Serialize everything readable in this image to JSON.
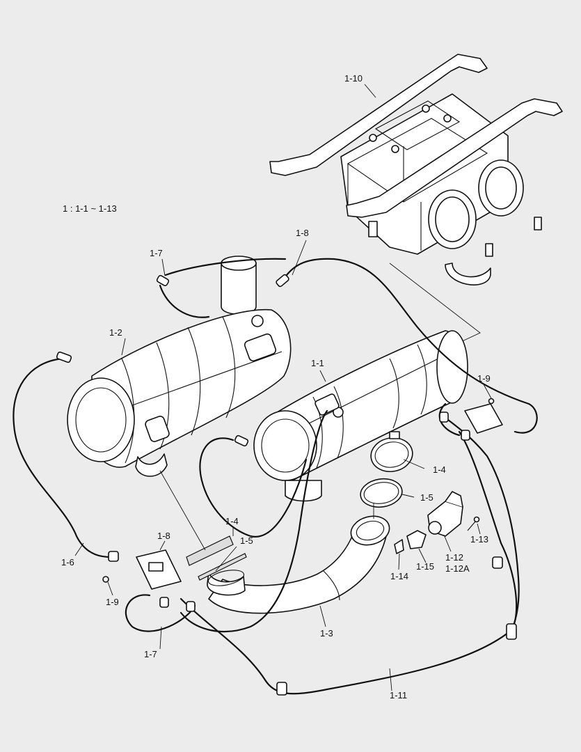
{
  "diagram": {
    "series_note": "1 : 1-1 ~ 1-13",
    "labels": {
      "p1_1": "1-1",
      "p1_2": "1-2",
      "p1_3": "1-3",
      "p1_4_right": "1-4",
      "p1_4_left": "1-4",
      "p1_5_right": "1-5",
      "p1_5_left": "1-5",
      "p1_6": "1-6",
      "p1_7_top": "1-7",
      "p1_7_bottom": "1-7",
      "p1_8_top": "1-8",
      "p1_8_left": "1-8",
      "p1_9_right": "1-9",
      "p1_9_left": "1-9",
      "p1_10": "1-10",
      "p1_11": "1-11",
      "p1_12": "1-12",
      "p1_12a": "1-12A",
      "p1_13": "1-13",
      "p1_14": "1-14",
      "p1_15": "1-15"
    }
  }
}
